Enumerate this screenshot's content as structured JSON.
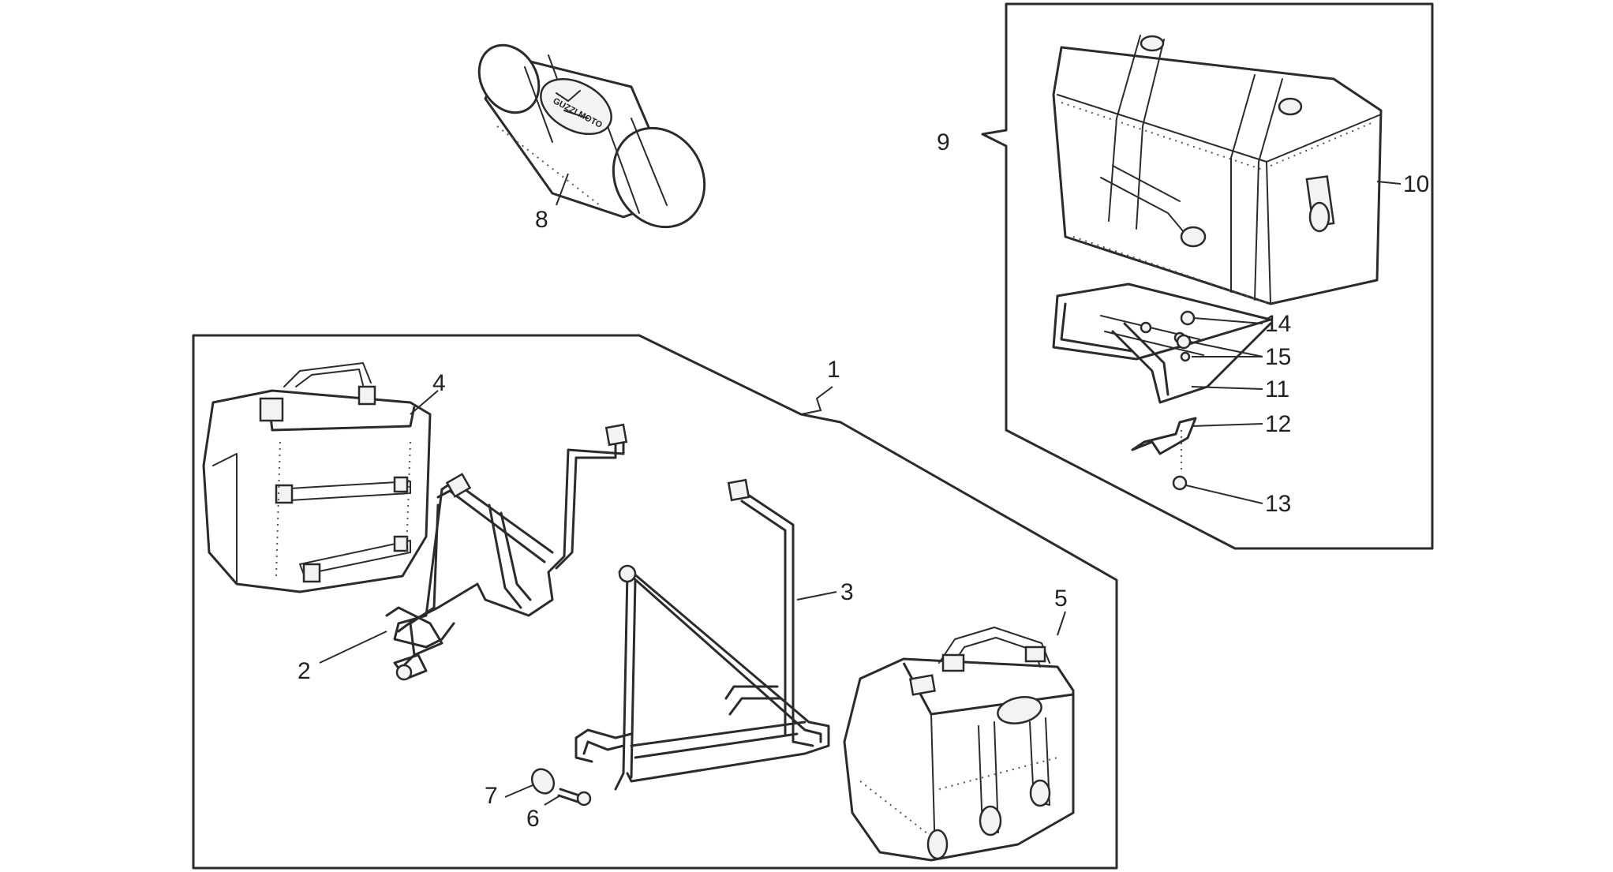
{
  "diagram": {
    "callouts": {
      "c1": "1",
      "c2": "2",
      "c3": "3",
      "c4": "4",
      "c5": "5",
      "c6": "6",
      "c7": "7",
      "c8": "8",
      "c9": "9",
      "c10": "10",
      "c11": "11",
      "c12": "12",
      "c13": "13",
      "c14": "14",
      "c15": "15"
    },
    "logo_text": "GUZZI MOTO"
  }
}
